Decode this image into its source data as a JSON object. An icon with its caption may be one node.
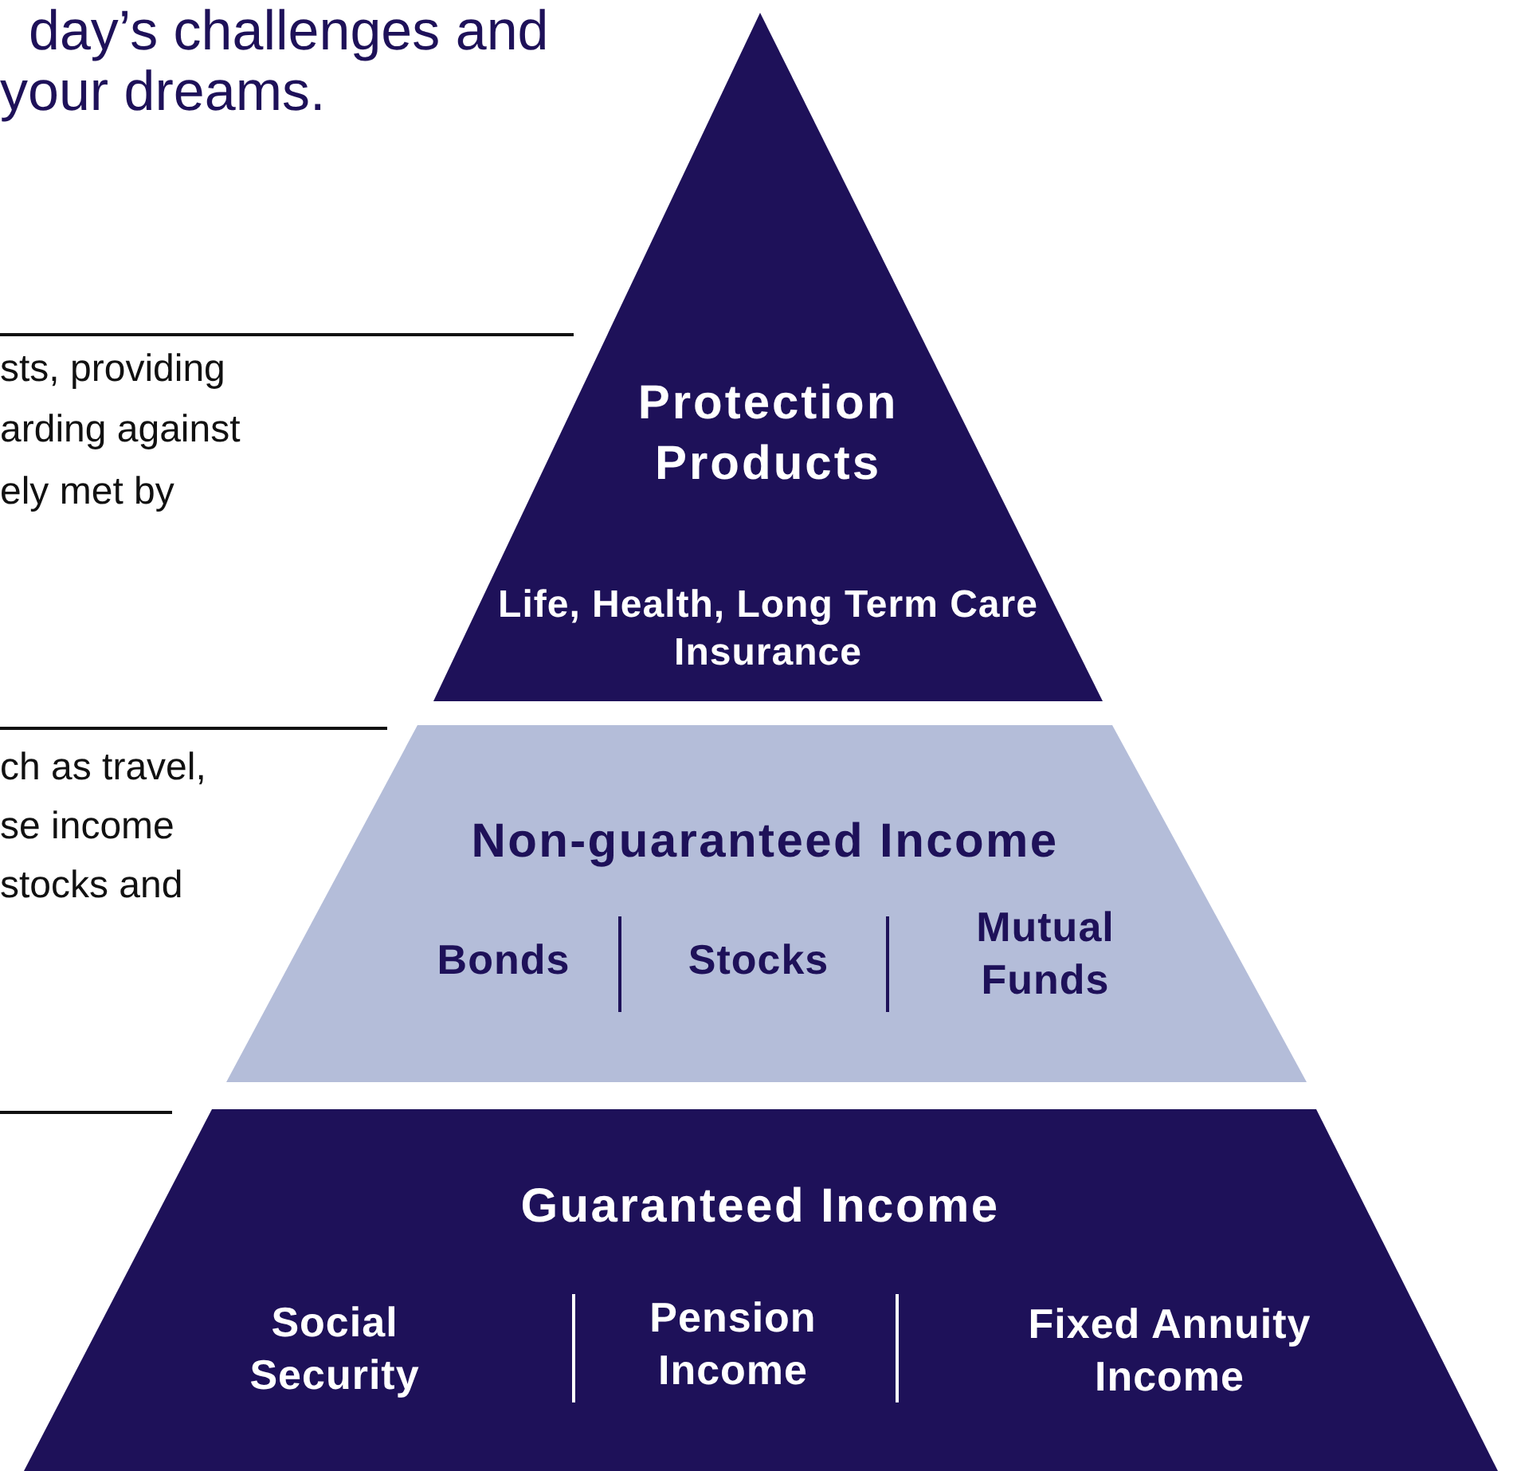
{
  "diagram": {
    "nodes": [
      {
        "text": [
          "Protection Products",
          "Life, Health, Long Term Care Insurance"
        ]
      },
      {
        "text": [
          "Non-guaranteed Income",
          "Bonds",
          "Stocks",
          "Mutual Funds"
        ]
      },
      {
        "text": [
          "Guaranteed Income",
          "Social Security",
          "Pension Income",
          "Fixed Annuity Income"
        ]
      }
    ],
    "labels": [
      "day’s challenges and",
      "your dreams.",
      "sts, providing",
      "arding against",
      "ely met by",
      "ch as travel,",
      "se income",
      "stocks  and"
    ]
  }
}
